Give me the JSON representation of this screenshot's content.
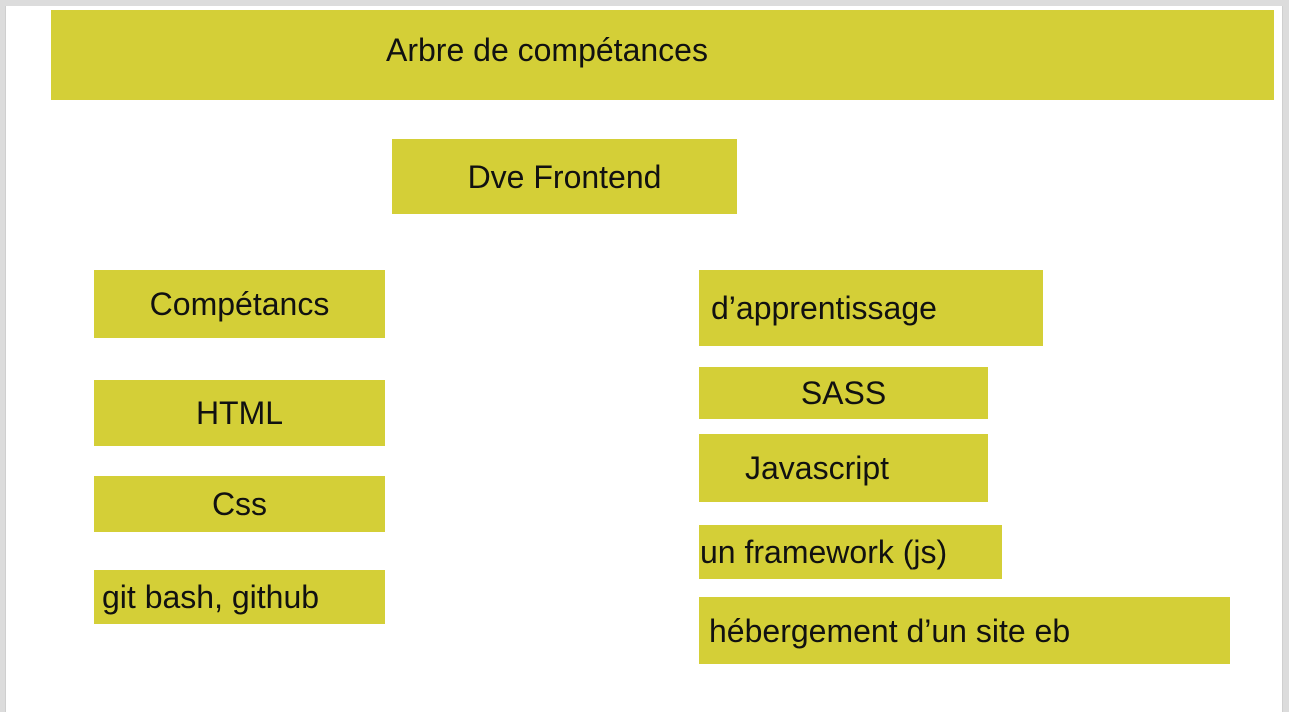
{
  "diagram": {
    "title": "Arbre de compétances",
    "root": "Dve Frontend",
    "left_column": {
      "header": "Compétancs",
      "items": [
        "HTML",
        "Css",
        "git bash, github"
      ]
    },
    "right_column": {
      "header": "d’apprentissage",
      "items": [
        "SASS",
        "Javascript",
        "un framework (js)",
        "hébergement d’un site eb"
      ]
    },
    "colors": {
      "box_fill": "#d4cf37",
      "text": "#111111",
      "background": "#ffffff"
    }
  }
}
